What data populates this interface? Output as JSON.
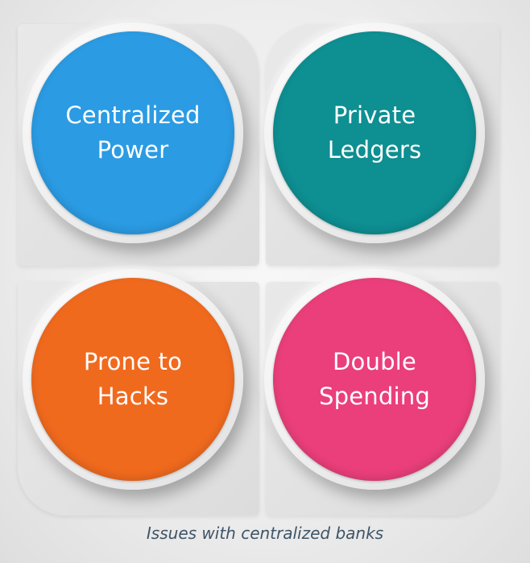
{
  "diagram": {
    "items": [
      {
        "line1": "Centralized",
        "line2": "Power",
        "color": "#2b9be3"
      },
      {
        "line1": "Private",
        "line2": "Ledgers",
        "color": "#0e8f92"
      },
      {
        "line1": "Prone to",
        "line2": "Hacks",
        "color": "#f06a1e"
      },
      {
        "line1": "Double",
        "line2": "Spending",
        "color": "#ea3f7a"
      }
    ],
    "caption": "Issues with centralized banks"
  }
}
